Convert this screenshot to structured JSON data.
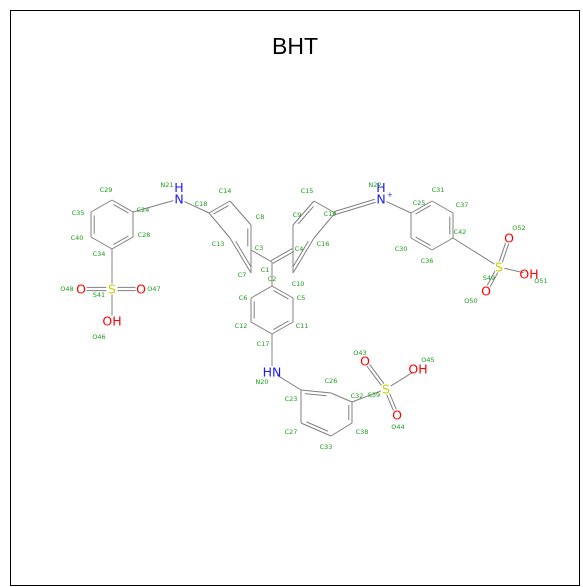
{
  "title": "BHT",
  "colors": {
    "carbon_label": "#1a9e1a",
    "nitrogen": "#1a1aff",
    "oxygen": "#ff0000",
    "sulfur": "#cccc00",
    "bond": "#808080"
  },
  "atoms": [
    {
      "id": "C1",
      "el": "C",
      "label": "C1"
    },
    {
      "id": "C2",
      "el": "C",
      "label": "C2"
    },
    {
      "id": "C3",
      "el": "C",
      "label": "C3"
    },
    {
      "id": "C4",
      "el": "C",
      "label": "C4"
    },
    {
      "id": "C5",
      "el": "C",
      "label": "C5"
    },
    {
      "id": "C6",
      "el": "C",
      "label": "C6"
    },
    {
      "id": "C7",
      "el": "C",
      "label": "C7"
    },
    {
      "id": "C8",
      "el": "C",
      "label": "C8"
    },
    {
      "id": "C9",
      "el": "C",
      "label": "C9"
    },
    {
      "id": "C10",
      "el": "C",
      "label": "C10"
    },
    {
      "id": "C11",
      "el": "C",
      "label": "C11"
    },
    {
      "id": "C12",
      "el": "C",
      "label": "C12"
    },
    {
      "id": "C13",
      "el": "C",
      "label": "C13"
    },
    {
      "id": "C14",
      "el": "C",
      "label": "C14"
    },
    {
      "id": "C15",
      "el": "C",
      "label": "C15"
    },
    {
      "id": "C16",
      "el": "C",
      "label": "C16"
    },
    {
      "id": "C17",
      "el": "C",
      "label": "C17"
    },
    {
      "id": "C18",
      "el": "C",
      "label": "C18"
    },
    {
      "id": "C19",
      "el": "C",
      "label": "C19"
    },
    {
      "id": "N20",
      "el": "N",
      "label": "N20",
      "symbol": "HN"
    },
    {
      "id": "N21",
      "el": "N",
      "label": "N21",
      "symbol": "N",
      "h": "H"
    },
    {
      "id": "N22",
      "el": "N",
      "label": "N22",
      "symbol": "N",
      "h": "H",
      "charge": "+"
    },
    {
      "id": "C23",
      "el": "C",
      "label": "C23"
    },
    {
      "id": "C24",
      "el": "C",
      "label": "C24"
    },
    {
      "id": "C25",
      "el": "C",
      "label": "C25"
    },
    {
      "id": "C26",
      "el": "C",
      "label": "C26"
    },
    {
      "id": "C27",
      "el": "C",
      "label": "C27"
    },
    {
      "id": "C28",
      "el": "C",
      "label": "C28"
    },
    {
      "id": "C29",
      "el": "C",
      "label": "C29"
    },
    {
      "id": "C30",
      "el": "C",
      "label": "C30"
    },
    {
      "id": "C31",
      "el": "C",
      "label": "C31"
    },
    {
      "id": "C32",
      "el": "C",
      "label": "C32"
    },
    {
      "id": "C33",
      "el": "C",
      "label": "C33"
    },
    {
      "id": "C34",
      "el": "C",
      "label": "C34"
    },
    {
      "id": "C35",
      "el": "C",
      "label": "C35"
    },
    {
      "id": "C36",
      "el": "C",
      "label": "C36"
    },
    {
      "id": "C37",
      "el": "C",
      "label": "C37"
    },
    {
      "id": "C38",
      "el": "C",
      "label": "C38"
    },
    {
      "id": "S39",
      "el": "S",
      "label": "S39",
      "symbol": "S"
    },
    {
      "id": "C40",
      "el": "C",
      "label": "C40"
    },
    {
      "id": "S41",
      "el": "S",
      "label": "S41",
      "symbol": "S"
    },
    {
      "id": "C42",
      "el": "C",
      "label": "C42"
    },
    {
      "id": "O43",
      "el": "O",
      "label": "O43",
      "symbol": "O"
    },
    {
      "id": "O44",
      "el": "O",
      "label": "O44",
      "symbol": "O"
    },
    {
      "id": "O45",
      "el": "O",
      "label": "O45",
      "symbol": "OH"
    },
    {
      "id": "O46",
      "el": "O",
      "label": "O46",
      "symbol": "OH"
    },
    {
      "id": "O47",
      "el": "O",
      "label": "O47",
      "symbol": "O"
    },
    {
      "id": "O48",
      "el": "O",
      "label": "O48",
      "symbol": "O"
    },
    {
      "id": "S49",
      "el": "S",
      "label": "S49",
      "symbol": "S"
    },
    {
      "id": "O50",
      "el": "O",
      "label": "O50",
      "symbol": "O"
    },
    {
      "id": "O51",
      "el": "O",
      "label": "O51",
      "symbol": "OH"
    },
    {
      "id": "O52",
      "el": "O",
      "label": "O52",
      "symbol": "O"
    }
  ],
  "bonds": [
    [
      "C1",
      "C2",
      1
    ],
    [
      "C1",
      "C3",
      1
    ],
    [
      "C1",
      "C4",
      2
    ],
    [
      "C2",
      "C5",
      2
    ],
    [
      "C5",
      "C11",
      1
    ],
    [
      "C11",
      "C17",
      2
    ],
    [
      "C17",
      "C12",
      1
    ],
    [
      "C12",
      "C6",
      2
    ],
    [
      "C6",
      "C2",
      1
    ],
    [
      "C3",
      "C8",
      2
    ],
    [
      "C8",
      "C14",
      1
    ],
    [
      "C14",
      "C18",
      2
    ],
    [
      "C18",
      "C13",
      1
    ],
    [
      "C13",
      "C7",
      2
    ],
    [
      "C7",
      "C3",
      1
    ],
    [
      "C4",
      "C9",
      1
    ],
    [
      "C9",
      "C15",
      2
    ],
    [
      "C15",
      "C19",
      1
    ],
    [
      "C19",
      "C16",
      1
    ],
    [
      "C16",
      "C10",
      2
    ],
    [
      "C10",
      "C4",
      1
    ],
    [
      "C19",
      "N22",
      2
    ],
    [
      "N22",
      "C25",
      1
    ],
    [
      "C25",
      "C31",
      2
    ],
    [
      "C31",
      "C37",
      1
    ],
    [
      "C37",
      "C42",
      2
    ],
    [
      "C42",
      "C36",
      1
    ],
    [
      "C36",
      "C30",
      2
    ],
    [
      "C30",
      "C25",
      1
    ],
    [
      "C42",
      "S49",
      1
    ],
    [
      "S49",
      "O52",
      2
    ],
    [
      "S49",
      "O50",
      2
    ],
    [
      "S49",
      "O51",
      1
    ],
    [
      "C18",
      "N21",
      1
    ],
    [
      "N21",
      "C24",
      1
    ],
    [
      "C24",
      "C29",
      2
    ],
    [
      "C29",
      "C35",
      1
    ],
    [
      "C35",
      "C40",
      2
    ],
    [
      "C40",
      "C34",
      1
    ],
    [
      "C34",
      "C28",
      2
    ],
    [
      "C28",
      "C24",
      1
    ],
    [
      "C34",
      "S41",
      1
    ],
    [
      "S41",
      "O48",
      2
    ],
    [
      "S41",
      "O47",
      2
    ],
    [
      "S41",
      "O46",
      1
    ],
    [
      "C17",
      "N20",
      1
    ],
    [
      "N20",
      "C23",
      1
    ],
    [
      "C23",
      "C26",
      2
    ],
    [
      "C26",
      "C32",
      1
    ],
    [
      "C32",
      "C38",
      2
    ],
    [
      "C38",
      "C33",
      1
    ],
    [
      "C33",
      "C27",
      2
    ],
    [
      "C27",
      "C23",
      1
    ],
    [
      "C32",
      "S39",
      1
    ],
    [
      "S39",
      "O43",
      2
    ],
    [
      "S39",
      "O44",
      2
    ],
    [
      "S39",
      "O45",
      1
    ]
  ]
}
